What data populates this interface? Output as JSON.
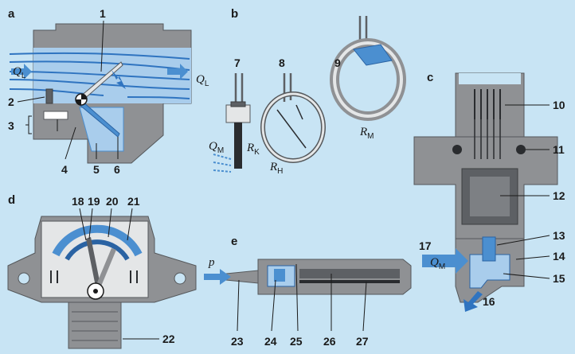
{
  "panels": {
    "a": "a",
    "b": "b",
    "c": "c",
    "d": "d",
    "e": "e"
  },
  "callouts": {
    "n1": "1",
    "n2": "2",
    "n3": "3",
    "n4": "4",
    "n5": "5",
    "n6": "6",
    "n7": "7",
    "n8": "8",
    "n9": "9",
    "n10": "10",
    "n11": "11",
    "n12": "12",
    "n13": "13",
    "n14": "14",
    "n15": "15",
    "n16": "16",
    "n17": "17",
    "n18": "18",
    "n19": "19",
    "n20": "20",
    "n21": "21",
    "n22": "22",
    "n23": "23",
    "n24": "24",
    "n25": "25",
    "n26": "26",
    "n27": "27"
  },
  "symbols": {
    "ql_main": "Q",
    "ql_sub": "L",
    "ql2_main": "Q",
    "ql2_sub": "L",
    "qm_main": "Q",
    "qm_sub": "M",
    "rk_main": "R",
    "rk_sub": "K",
    "rh_main": "R",
    "rh_sub": "H",
    "rm_main": "R",
    "rm_sub": "M",
    "qm2_main": "Q",
    "qm2_sub": "M",
    "p": "p"
  },
  "colors": {
    "background": "#c8e4f4",
    "housing": "#8f9194",
    "flow_blue": "#2f74c0",
    "accent_blue": "#4b8fd0"
  }
}
